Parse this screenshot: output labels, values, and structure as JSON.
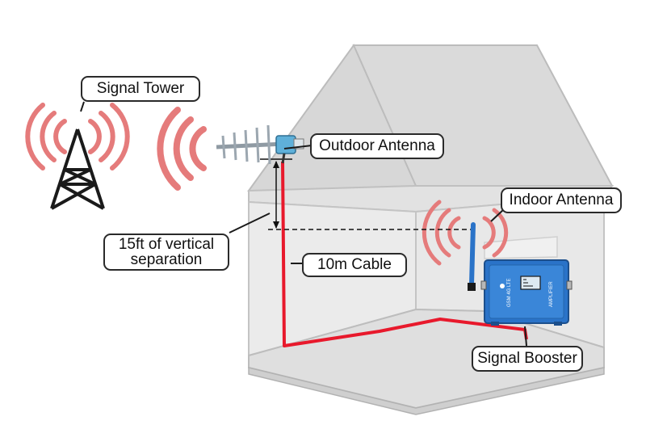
{
  "labels": {
    "signal_tower": "Signal Tower",
    "outdoor_antenna": "Outdoor Antenna",
    "indoor_antenna": "Indoor Antenna",
    "vertical_separation_line1": "15ft of vertical",
    "vertical_separation_line2": "separation",
    "cable": "10m  Cable",
    "signal_booster": "Signal Booster"
  },
  "booster_panel": {
    "text_left": "GSM 4G LTE",
    "text_right": "AMPLIFIER"
  },
  "colors": {
    "cable": "#e8192c",
    "signal_wave": "#e57b7b",
    "booster_body": "#2a73c8",
    "house_wall": "#e6e6e6",
    "house_roof": "#d4d4d4",
    "house_outline": "#b8b8b8"
  },
  "icons": [
    "tower-icon",
    "yagi-antenna-icon",
    "whip-antenna-icon",
    "signal-wave-icon",
    "booster-device-icon"
  ]
}
